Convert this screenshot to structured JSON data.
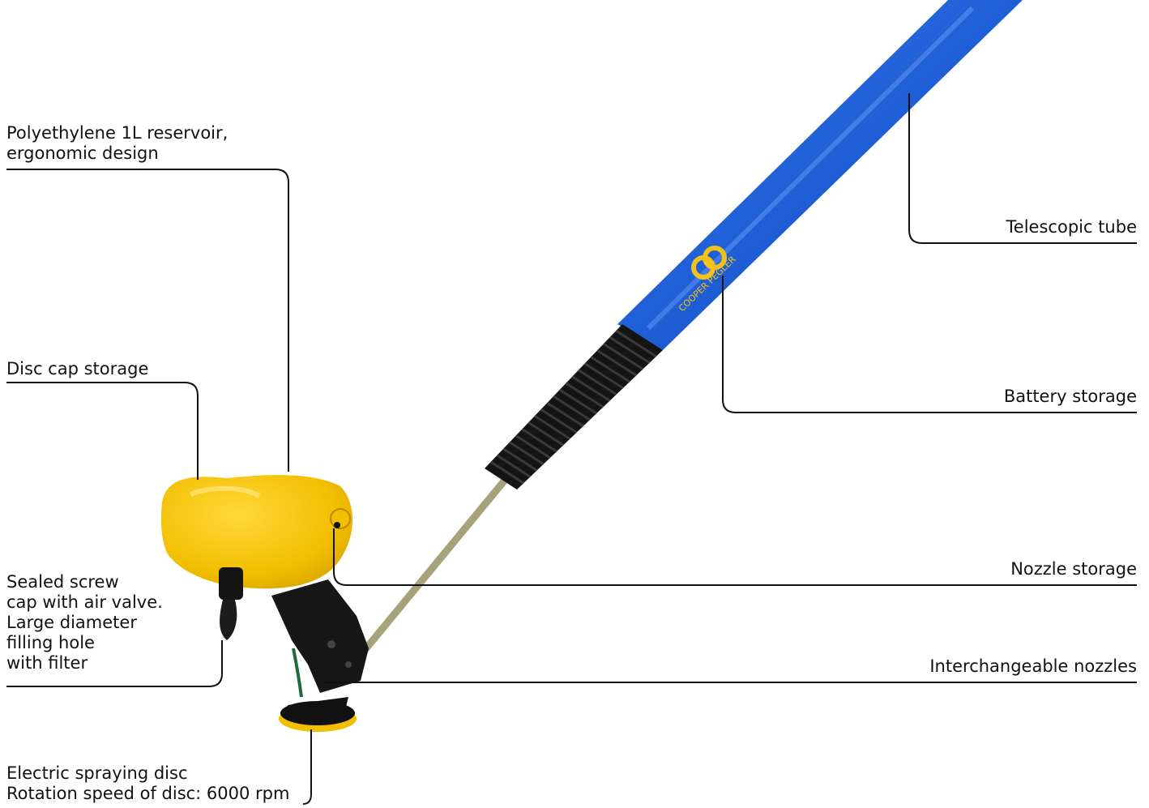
{
  "labels": {
    "reservoir": "Polyethylene 1L reservoir,\nergonomic design",
    "disc_cap": "Disc cap storage",
    "screw_cap": "Sealed screw\ncap with air valve.\nLarge diameter\nfilling hole\nwith filter",
    "spraying_disc": "Electric spraying disc\nRotation speed of disc: 6000 rpm",
    "telescopic_tube": "Telescopic tube",
    "battery_storage": "Battery storage",
    "nozzle_storage": "Nozzle storage",
    "interchangeable_nozzles": "Interchangeable nozzles"
  },
  "brand": {
    "logo_text": "COOPER PEGLER"
  },
  "colors": {
    "tube_blue": "#1f5ed6",
    "reservoir_yellow": "#f5c400",
    "grip_black": "#141414",
    "callout_line": "#111111"
  }
}
